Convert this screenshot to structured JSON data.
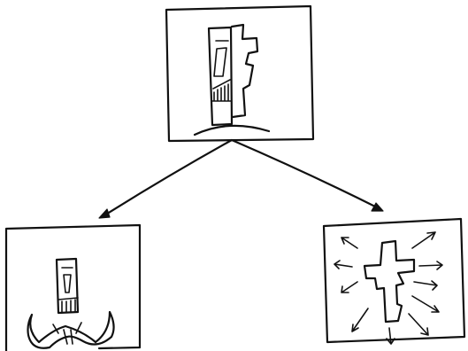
{
  "diagram": {
    "nodes": [
      {
        "id": "top",
        "icon": "cross-with-totem-icon"
      },
      {
        "id": "bottom-left",
        "icon": "sword-hilt-icon"
      },
      {
        "id": "bottom-right",
        "icon": "radiating-cross-icon"
      }
    ],
    "edges": [
      {
        "from": "top",
        "to": "bottom-left"
      },
      {
        "from": "top",
        "to": "bottom-right"
      }
    ],
    "colors": {
      "ink": "#111111",
      "background": "#ffffff"
    }
  }
}
